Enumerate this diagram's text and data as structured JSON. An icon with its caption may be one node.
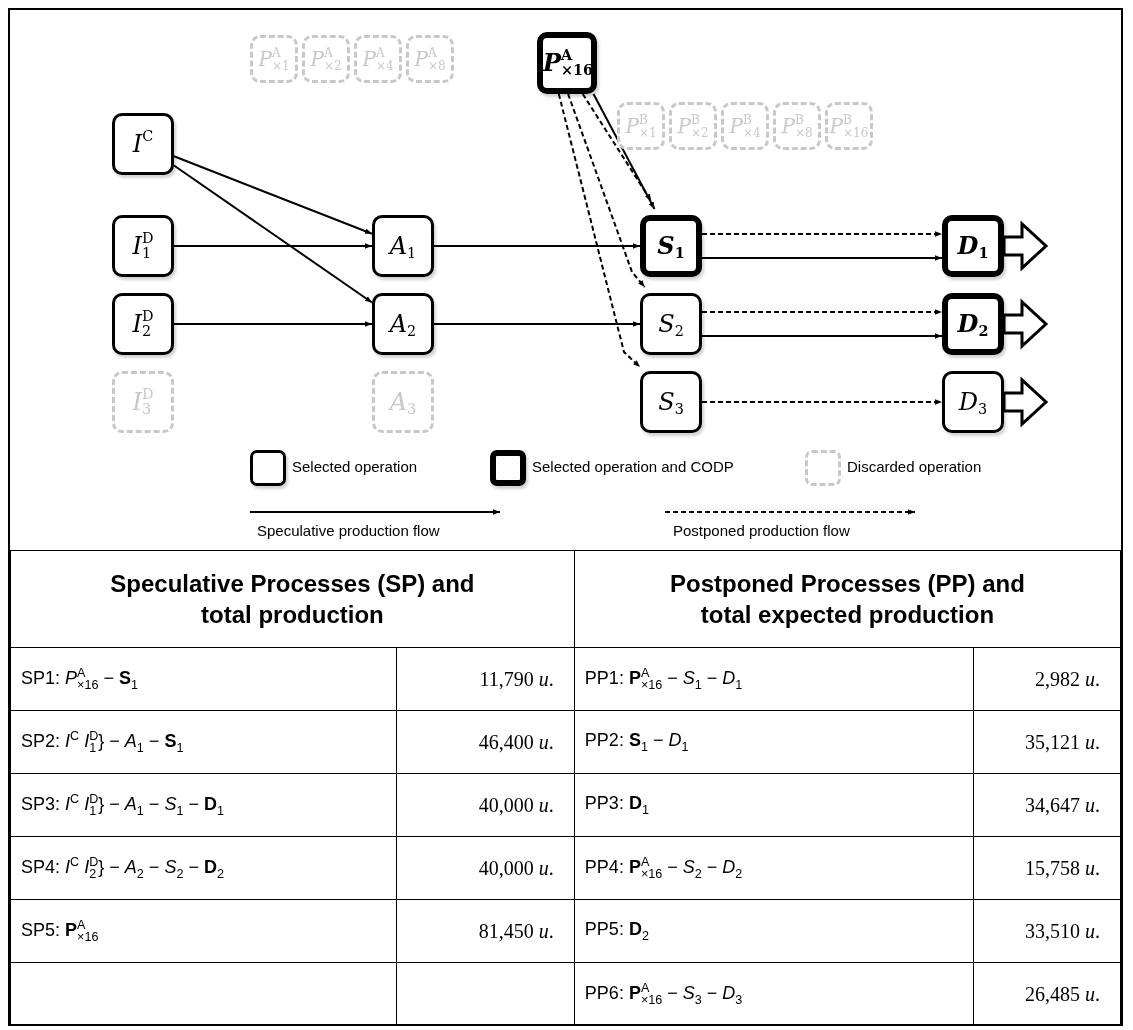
{
  "diagram": {
    "nodes": [
      {
        "text": [
          "P$^{A}$$_{×1}$"
        ]
      },
      {
        "text": [
          "P$^{A}$$_{×2}$"
        ]
      },
      {
        "text": [
          "P$^{A}$$_{×4}$"
        ]
      },
      {
        "text": [
          "P$^{A}$$_{×8}$"
        ]
      },
      {
        "text": [
          "P$^{A}$$_{×16}$"
        ]
      },
      {
        "text": [
          "P$^{B}$$_{×1}$"
        ]
      },
      {
        "text": [
          "P$^{B}$$_{×2}$"
        ]
      },
      {
        "text": [
          "P$^{B}$$_{×4}$"
        ]
      },
      {
        "text": [
          "P$^{B}$$_{×8}$"
        ]
      },
      {
        "text": [
          "P$^{B}$$_{×16}$"
        ]
      },
      {
        "text": [
          "I$^{C}$"
        ]
      },
      {
        "text": [
          "I$^{D}$$_{1}$"
        ]
      },
      {
        "text": [
          "A$_{1}$"
        ]
      },
      {
        "text": [
          "S$_{1}$"
        ]
      },
      {
        "text": [
          "D$_{1}$"
        ]
      },
      {
        "text": [
          "I$^{D}$$_{2}$"
        ]
      },
      {
        "text": [
          "A$_{2}$"
        ]
      },
      {
        "text": [
          "S$_{2}$"
        ]
      },
      {
        "text": [
          "D$_{2}$"
        ]
      },
      {
        "text": [
          "I$^{D}$$_{3}$"
        ]
      },
      {
        "text": [
          "A$_{3}$"
        ]
      },
      {
        "text": [
          "S$_{3}$"
        ]
      },
      {
        "text": [
          "D$_{3}$"
        ]
      }
    ],
    "edges": [
      {
        "from": 10,
        "to": 12,
        "arrow": "to"
      },
      {
        "from": 10,
        "to": 16,
        "arrow": "to"
      },
      {
        "from": 11,
        "to": 12,
        "arrow": "to"
      },
      {
        "from": 15,
        "to": 16,
        "arrow": "to"
      },
      {
        "from": 12,
        "to": 13,
        "arrow": "to"
      },
      {
        "from": 16,
        "to": 17,
        "arrow": "to"
      },
      {
        "from": 4,
        "to": 13,
        "arrow": "to"
      },
      {
        "from": 4,
        "to": 13,
        "arrow": "to",
        "style": "dashed"
      },
      {
        "from": 4,
        "to": 17,
        "arrow": "to",
        "style": "dashed"
      },
      {
        "from": 4,
        "to": 21,
        "arrow": "to",
        "style": "dashed"
      },
      {
        "from": 13,
        "to": 14,
        "arrow": "to",
        "style": "dashed"
      },
      {
        "from": 13,
        "to": 14,
        "arrow": "to"
      },
      {
        "from": 17,
        "to": 18,
        "arrow": "to",
        "style": "dashed"
      },
      {
        "from": 17,
        "to": 18,
        "arrow": "to"
      },
      {
        "from": 21,
        "to": 22,
        "arrow": "to",
        "style": "dashed"
      },
      {
        "from": 14,
        "to": null,
        "arrow": "to",
        "style": "thick"
      },
      {
        "from": 18,
        "to": null,
        "arrow": "to",
        "style": "thick"
      },
      {
        "from": 22,
        "to": null,
        "arrow": "to",
        "style": "thick"
      }
    ],
    "labels": [
      "Speculative Processes (SP) and total production",
      "Postponed Processes (PP) and total expected production",
      "SP1: *P*$^{A}$$_{×16}$ − **S**$_{1}$",
      "11,790 *u*.",
      "PP1: **P**$^{A}$$_{×16}$ − *S*$_{1}$ − *D*$_{1}$",
      "2,982 *u*.",
      "SP2: *I*$^{C}$ *I*$^{D}$$_{1}$} − *A*$_{1}$ − **S**$_{1}$",
      "46,400 *u*.",
      "PP2: **S**$_{1}$ − *D*$_{1}$",
      "35,121 *u*.",
      "SP3: *I*$^{C}$ *I*$^{D}$$_{1}$} − *A*$_{1}$ − *S*$_{1}$ − **D**$_{1}$",
      "40,000 *u*.",
      "PP3: **D**$_{1}$",
      "34,647 *u*.",
      "SP4: *I*$^{C}$ *I*$^{D}$$_{2}$} − *A*$_{2}$ − *S*$_{2}$ − **D**$_{2}$",
      "40,000 *u*.",
      "PP4: **P**$^{A}$$_{×16}$ − *S*$_{2}$ − *D*$_{2}$",
      "15,758 *u*.",
      "SP5: **P**$^{A}$$_{×16}$",
      "81,450 *u*.",
      "PP5: **D**$_{2}$",
      "33,510 *u*.",
      "PP6: **P**$^{A}$$_{×16}$ − *S*$_{3}$ − *D*$_{3}$",
      "26,485 *u*."
    ],
    "legend": [
      {
        "text": "Selected operation"
      },
      {
        "text": "Selected operation and CODP"
      },
      {
        "text": "Discarded operation"
      },
      {
        "text": "Speculative production flow"
      },
      {
        "text": "Postponed production flow"
      }
    ]
  }
}
